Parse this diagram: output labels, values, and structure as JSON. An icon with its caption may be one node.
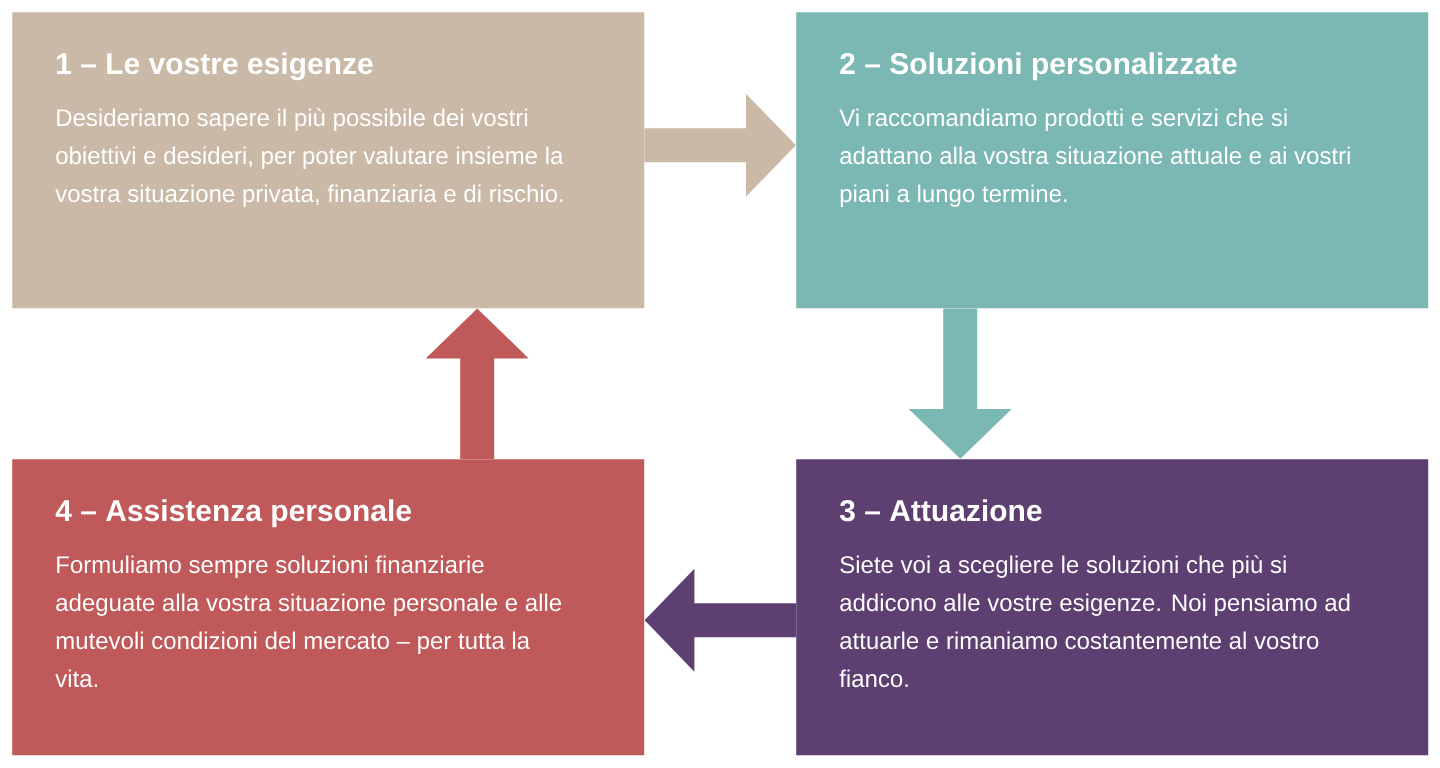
{
  "diagram": {
    "nodes": [
      {
        "text": [
          "1 – Le vostre esigenze",
          "Desideriamo sapere il più possibile dei vostri obiettivi e desideri, per poter valutare insieme la vostra situazione privata, finanziaria e di rischio."
        ]
      },
      {
        "text": [
          "2 – Soluzioni personalizzate",
          "Vi raccomandiamo prodotti e servizi che si adattano alla vostra situazione attuale e ai vostri piani a lungo termine."
        ]
      },
      {
        "text": [
          "3 – Attuazione",
          "Siete voi a scegliere le soluzioni che più si addicono alle vostre esigenze. Noi pensiamo ad attuarle e rimaniamo costantemente al vostro fianco."
        ]
      },
      {
        "text": [
          "4 – Assistenza personale",
          "Formuliamo sempre soluzioni finanziarie adeguate alla vostra situazione personale e alle mutevoli condizioni del mercato – per tutta la vita."
        ]
      }
    ],
    "edges": [
      {
        "from": 0,
        "to": 1,
        "arrow": "to",
        "color": "#cbb9a7"
      },
      {
        "from": 1,
        "to": 2,
        "arrow": "to",
        "color": "#7cb8b3"
      },
      {
        "from": 2,
        "to": 3,
        "arrow": "to",
        "color": "#5e3f71"
      },
      {
        "from": 3,
        "to": 0,
        "arrow": "to",
        "color": "#c0595a"
      }
    ]
  }
}
